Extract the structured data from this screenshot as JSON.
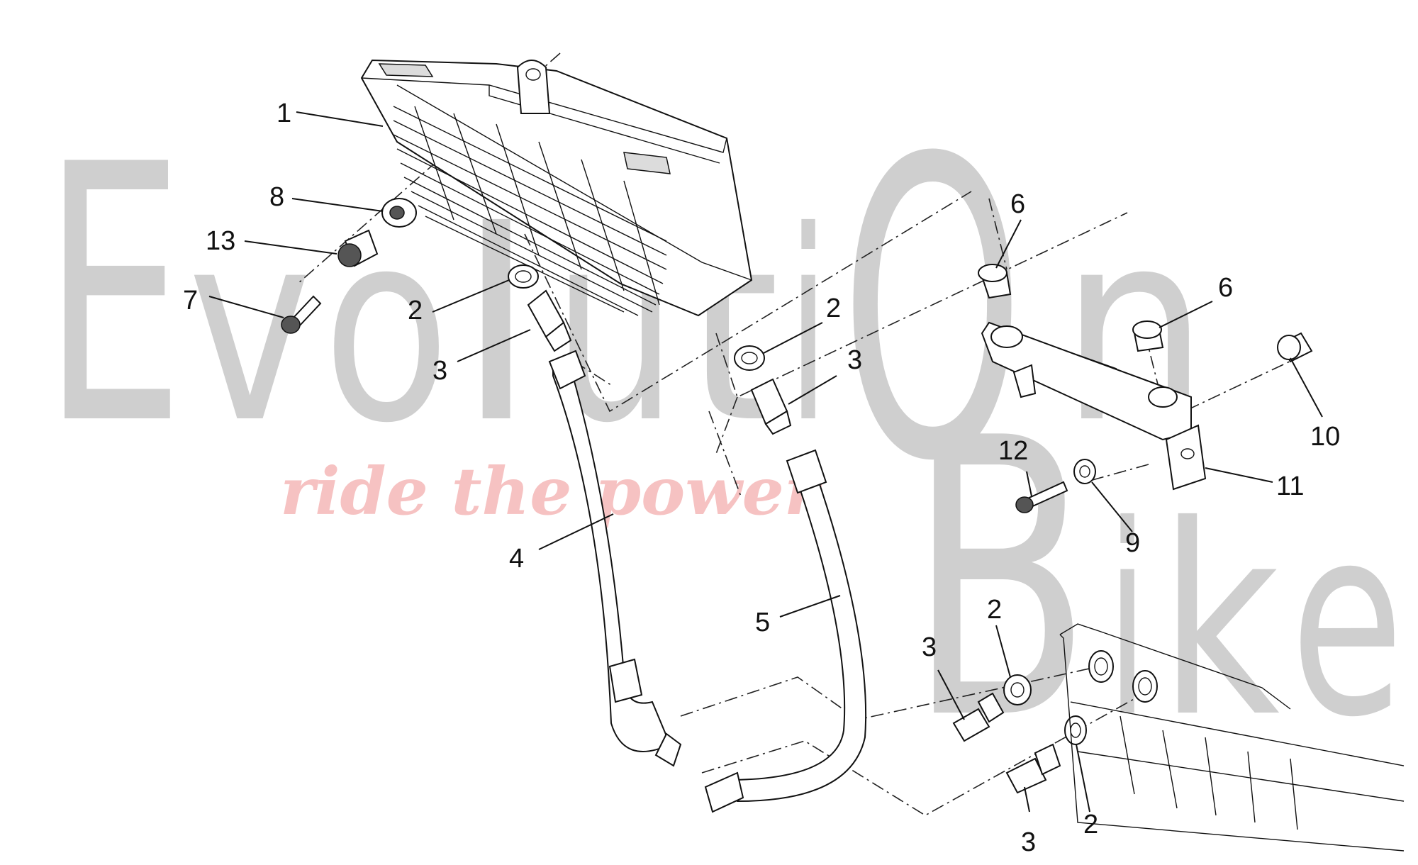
{
  "watermark": {
    "letters": [
      "E",
      "v",
      "o",
      "l",
      "u",
      "t",
      "i",
      "O",
      "n",
      "B",
      "i",
      "k",
      "e"
    ],
    "tagline": "ride the power"
  },
  "callouts": [
    {
      "id": "c1",
      "text": "1"
    },
    {
      "id": "c8",
      "text": "8"
    },
    {
      "id": "c13",
      "text": "13"
    },
    {
      "id": "c7",
      "text": "7"
    },
    {
      "id": "c2a",
      "text": "2"
    },
    {
      "id": "c3a",
      "text": "3"
    },
    {
      "id": "c4",
      "text": "4"
    },
    {
      "id": "c2b",
      "text": "2"
    },
    {
      "id": "c3b",
      "text": "3"
    },
    {
      "id": "c5",
      "text": "5"
    },
    {
      "id": "c6a",
      "text": "6"
    },
    {
      "id": "c6b",
      "text": "6"
    },
    {
      "id": "c10",
      "text": "10"
    },
    {
      "id": "c11",
      "text": "11"
    },
    {
      "id": "c12",
      "text": "12"
    },
    {
      "id": "c9",
      "text": "9"
    },
    {
      "id": "c3c",
      "text": "3"
    },
    {
      "id": "c2c",
      "text": "2"
    },
    {
      "id": "c3d",
      "text": "3"
    },
    {
      "id": "c2d",
      "text": "2"
    }
  ],
  "colors": {
    "watermark_letters": "#cfcfcf",
    "watermark_tagline": "#f6c2c2",
    "linework": "#111111",
    "background": "#ffffff"
  }
}
